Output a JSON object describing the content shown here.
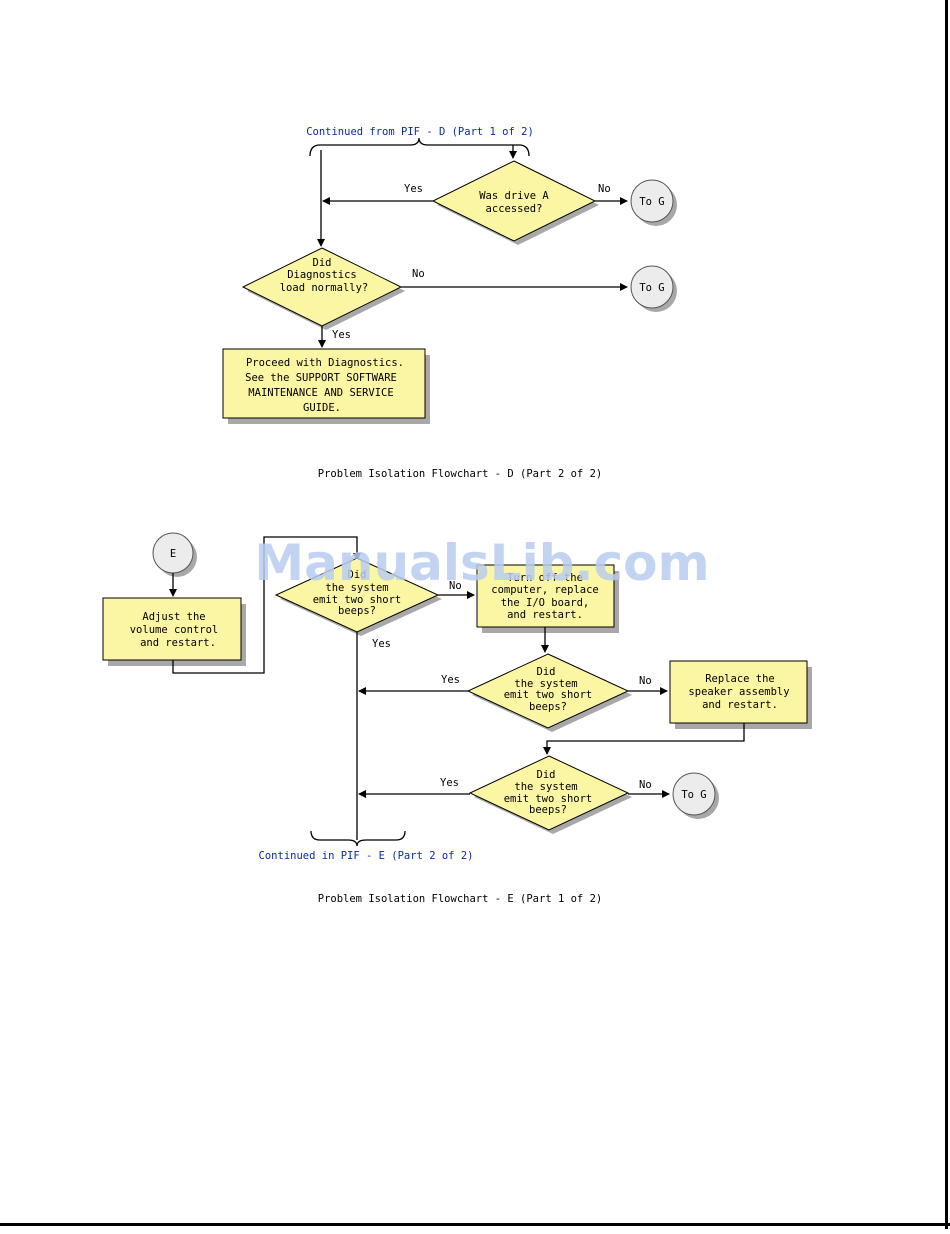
{
  "flowchart_d": {
    "continued_from": "Continued from PIF - D (Part 1 of 2)",
    "decision_drive_a": [
      "Was drive A",
      "accessed?"
    ],
    "decision_diagnostics": [
      "Did",
      "Diagnostics",
      "load normally?"
    ],
    "box_proceed": [
      "Proceed with Diagnostics.",
      "See the SUPPORT SOFTWARE",
      "MAINTENANCE AND SERVICE",
      "GUIDE."
    ],
    "yes": "Yes",
    "no": "No",
    "to_g": "To G",
    "caption": "Problem Isolation Flowchart - D (Part 2 of 2)"
  },
  "flowchart_e": {
    "start_connector": "E",
    "box_adjust": [
      "Adjust the",
      "volume control",
      "and restart."
    ],
    "decision_beeps_1": [
      "Did",
      "the system",
      "emit two short",
      "beeps?"
    ],
    "box_turn_off": [
      "Turn off the",
      "computer, replace",
      "the I/O board,",
      "and restart."
    ],
    "decision_beeps_2": [
      "Did",
      "the system",
      "emit two short",
      "beeps?"
    ],
    "box_replace_speaker": [
      "Replace the",
      "speaker assembly",
      "and restart."
    ],
    "decision_beeps_3": [
      "Did",
      "the system",
      "emit two short",
      "beeps?"
    ],
    "yes": "Yes",
    "no": "No",
    "to_g": "To G",
    "continued_in": "Continued in PIF - E (Part 2 of 2)",
    "caption": "Problem Isolation Flowchart - E (Part 1 of 2)"
  },
  "watermark": "ManualsLib.com"
}
